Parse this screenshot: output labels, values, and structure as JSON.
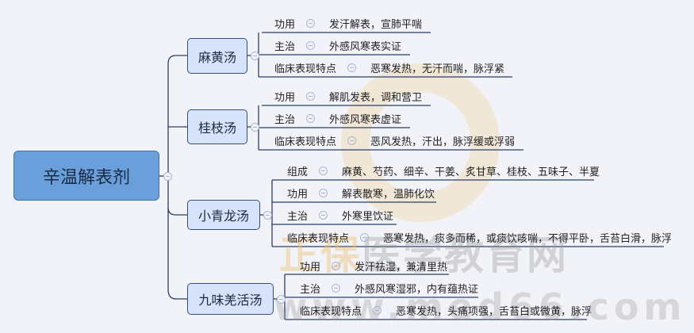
{
  "root": "辛温解表剂",
  "watermark": {
    "brand": "正保医学教育网",
    "url": "www.med66.com"
  },
  "branches": [
    {
      "name": "麻黄汤",
      "items": [
        {
          "label": "功用",
          "value": "发汗解表，宣肺平喘"
        },
        {
          "label": "主治",
          "value": "外感风寒表实证"
        },
        {
          "label": "临床表现特点",
          "value": "恶寒发热，无汗而喘，脉浮紧"
        }
      ]
    },
    {
      "name": "桂枝汤",
      "items": [
        {
          "label": "功用",
          "value": "解肌发表，调和营卫"
        },
        {
          "label": "主治",
          "value": "外感风寒表虚证"
        },
        {
          "label": "临床表现特点",
          "value": "恶风发热，汗出，脉浮缓或浮弱"
        }
      ]
    },
    {
      "name": "小青龙汤",
      "items": [
        {
          "label": "组成",
          "value": "麻黄、芍药、细辛、干姜、炙甘草、桂枝、五味子、半夏"
        },
        {
          "label": "功用",
          "value": "解表散寒，温肺化饮"
        },
        {
          "label": "主治",
          "value": "外寒里饮证"
        },
        {
          "label": "临床表现特点",
          "value": "恶寒发热，痰多而稀，或痰饮咳喘，不得平卧，舌苔白滑，脉浮"
        }
      ]
    },
    {
      "name": "九味羌活汤",
      "items": [
        {
          "label": "功用",
          "value": "发汗祛湿，兼清里热"
        },
        {
          "label": "主治",
          "value": "外感风寒湿邪，内有蕴热证"
        },
        {
          "label": "临床表现特点",
          "value": "恶寒发热，头痛项强，舌苔白或微黄，脉浮"
        }
      ]
    }
  ]
}
